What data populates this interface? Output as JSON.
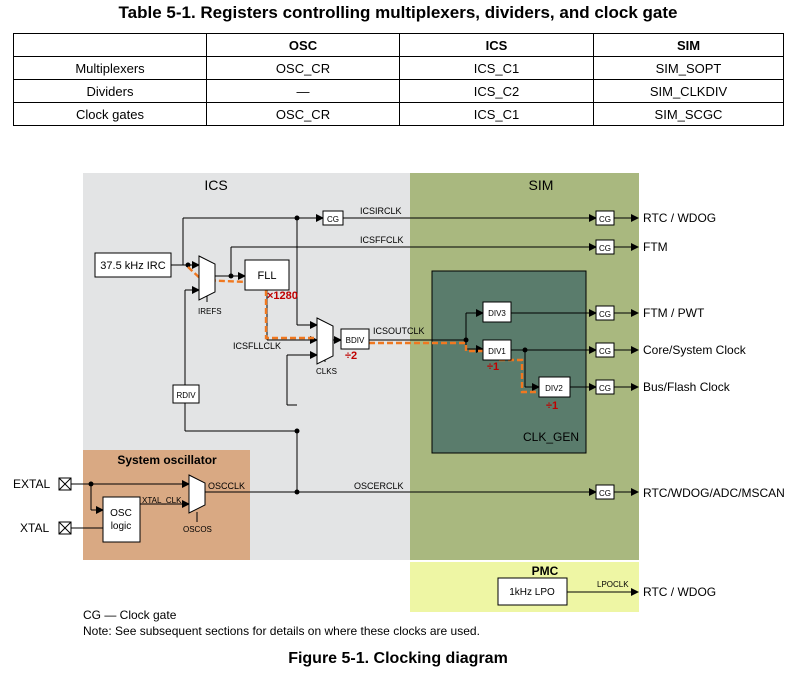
{
  "table": {
    "title": "Table 5-1.  Registers controlling multiplexers, dividers, and clock gate",
    "headers": [
      "",
      "OSC",
      "ICS",
      "SIM"
    ],
    "rows": [
      [
        "Multiplexers",
        "OSC_CR",
        "ICS_C1",
        "SIM_SOPT"
      ],
      [
        "Dividers",
        "—",
        "ICS_C2",
        "SIM_CLKDIV"
      ],
      [
        "Clock gates",
        "OSC_CR",
        "ICS_C1",
        "SIM_SCGC"
      ]
    ]
  },
  "diagram": {
    "regions": {
      "ics": "ICS",
      "sim": "SIM",
      "sysosc": "System oscillator",
      "pmc": "PMC",
      "clkgen": "CLK_GEN"
    },
    "blocks": {
      "irc": "37.5 kHz IRC",
      "fll": "FLL",
      "bdiv": "BDIV",
      "rdiv": "RDIV",
      "osc_logic_1": "OSC",
      "osc_logic_2": "logic",
      "lpo": "1kHz LPO",
      "div1": "DIV1",
      "div2": "DIV2",
      "div3": "DIV3",
      "cg": "CG"
    },
    "signals": {
      "icsirclk": "ICSIRCLK",
      "icsffclk": "ICSFFCLK",
      "icsfllclk": "ICSFLLCLK",
      "icsoutclk": "ICSOUTCLK",
      "oscerclk": "OSCERCLK",
      "oscclk": "OSCCLK",
      "xtal_clk": "XTAL_CLK",
      "lpoclk": "LPOCLK",
      "irefs": "IREFS",
      "clks": "CLKS",
      "oscos": "OSCOS"
    },
    "pins": {
      "extal": "EXTAL",
      "xtal": "XTAL"
    },
    "outputs": {
      "rtc_wdog": "RTC / WDOG",
      "ftm": "FTM",
      "ftm_pwt": "FTM / PWT",
      "core": "Core/System Clock",
      "bus": "Bus/Flash Clock",
      "rtc_wdog_adc": "RTC/WDOG/ADC/MSCAN",
      "rtc_wdog_lpo": "RTC / WDOG"
    },
    "factors": {
      "fll_mult": "×1280",
      "bdiv_div": "÷2",
      "div1_div": "÷1",
      "div2_div": "÷1"
    },
    "colors": {
      "ics_bg": "#e3e4e5",
      "sim_bg": "#a9b87f",
      "clkgen_bg": "#5a7c6c",
      "sysosc_bg": "#d9a983",
      "pmc_bg": "#eef6a4",
      "path": "#f07820",
      "factor": "#c00000"
    }
  },
  "notes": {
    "cg": "CG — Clock gate",
    "note": "Note: See subsequent sections for details on where these clocks are used."
  },
  "figure_caption": "Figure 5-1. Clocking diagram"
}
